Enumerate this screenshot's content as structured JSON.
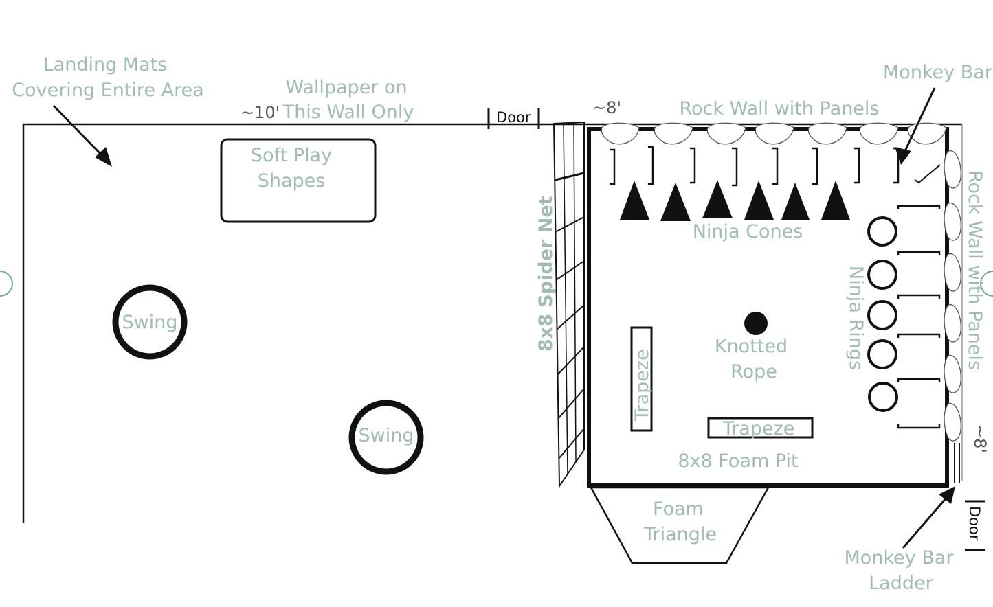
{
  "labels": {
    "landing_mats_line1": "Landing Mats",
    "landing_mats_line2": "Covering Entire Area",
    "wallpaper_line1": "Wallpaper on",
    "wallpaper_line2": "This Wall Only",
    "dim_10": "~10'",
    "dim_8_top": "~8'",
    "dim_8_right": "~8'",
    "door_top": "Door",
    "door_right": "Door",
    "soft_play_line1": "Soft Play",
    "soft_play_line2": "Shapes",
    "swing": "Swing",
    "spider_net": "8x8 Spider Net",
    "rock_wall_top": "Rock Wall with Panels",
    "rock_wall_right": "Rock Wall with Panels",
    "monkey_bar": "Monkey Bar",
    "ninja_cones": "Ninja Cones",
    "ninja_rings": "Ninja Rings",
    "knotted_line1": "Knotted",
    "knotted_line2": "Rope",
    "trapeze": "Trapeze",
    "foam_pit": "8x8 Foam Pit",
    "foam_triangle_line1": "Foam",
    "foam_triangle_line2": "Triangle",
    "monkey_ladder_line1": "Monkey Bar",
    "monkey_ladder_line2": "Ladder"
  },
  "colors": {
    "label": "#9dbdad",
    "line": "#111111",
    "dimension": "#555555"
  }
}
